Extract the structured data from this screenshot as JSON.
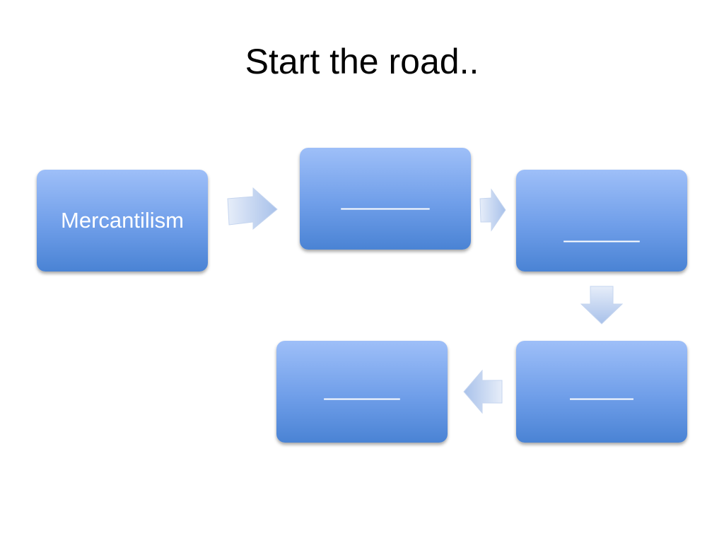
{
  "slide": {
    "title": "Start the road.."
  },
  "diagram": {
    "nodes": [
      {
        "id": "mercantilism",
        "label": "Mercantilism"
      },
      {
        "id": "blank-1",
        "label": "_______"
      },
      {
        "id": "blank-2",
        "label": "______"
      },
      {
        "id": "blank-3",
        "label": "_____"
      },
      {
        "id": "blank-4",
        "label": "______"
      }
    ],
    "edges": [
      {
        "from": "mercantilism",
        "to": "blank-1"
      },
      {
        "from": "blank-1",
        "to": "blank-2"
      },
      {
        "from": "blank-2",
        "to": "blank-3"
      },
      {
        "from": "blank-3",
        "to": "blank-4"
      }
    ],
    "colors": {
      "box_top": "#9ebff8",
      "box_bottom": "#4a83d4",
      "arrow_light": "#dde7f7",
      "arrow_dark": "#a9c2ea"
    }
  }
}
